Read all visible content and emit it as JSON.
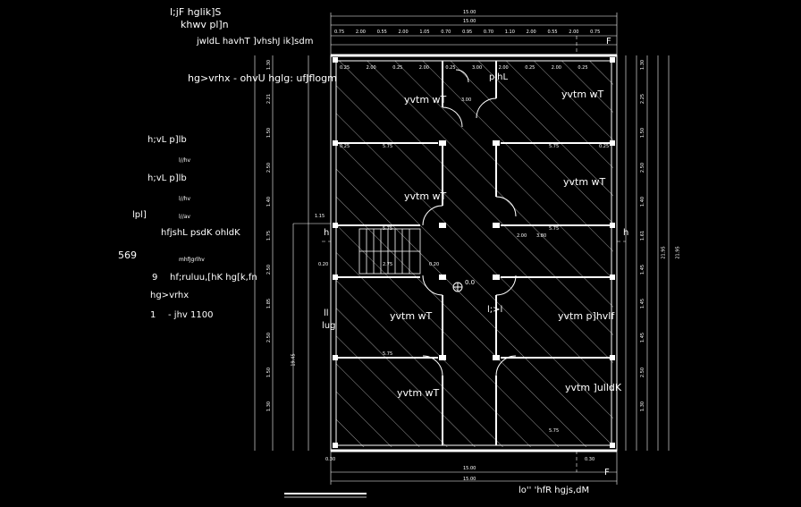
{
  "legend": {
    "title_line1": "l;jF hglik]S",
    "title_line2": "khwv pl]n",
    "subtitle": "jwldL havhT ]vhshJ ik]sdm",
    "key_line": "hg>vrhx  -  ohvU hglg:  ufJflogm",
    "item1": "h;vL p]lb",
    "item1_sub": "l//hv",
    "item2": "h;vL p]lb",
    "item2_sub": "l//hv",
    "item3": "lpl]",
    "item3_sub": "l//av",
    "item4": "hfjshL psdK ohldK",
    "item4_sub": "mhfJgrlhv",
    "number_569": "569",
    "number_9": "9",
    "item5": "hf;ruluu,[hK hg[k,fn",
    "item6": "hg>vrhx",
    "scale_left": "1",
    "scale_right": "-  jhv 1100"
  },
  "rooms": [
    {
      "label": "yvtm wT",
      "id": "top-left"
    },
    {
      "label": "yvtm wT",
      "id": "top-right"
    },
    {
      "label": "yvtm wT",
      "id": "mid-left"
    },
    {
      "label": "yvtm wT",
      "id": "mid-right"
    },
    {
      "label": "yvtm wT",
      "id": "lower-left"
    },
    {
      "label": "yvtm p]hvlf",
      "id": "lower-right"
    },
    {
      "label": "yvtm wT",
      "id": "bottom-left"
    },
    {
      "label": "yvtm ]ulldK",
      "id": "bottom-right"
    }
  ],
  "plan_labels": {
    "top_center": "plhL",
    "section_f_top": "F",
    "section_f_bottom": "F",
    "section_h_left": "h",
    "section_h_right": "h",
    "level": "0.0",
    "stair_left_1": "ll",
    "stair_left_2": "lug",
    "lobby": "l;>l",
    "bottom_caption": "lo''  'hfR hgjs,dM"
  },
  "dimensions": {
    "top_total": "15.00",
    "top_total_2": "15.00",
    "top_segments": [
      "0.75",
      "2.00",
      "0.55",
      "2.00",
      "1.05",
      "0.70",
      "0.95",
      "0.70",
      "1.10",
      "2.00",
      "0.55",
      "2.00",
      "0.75"
    ],
    "top_interior": [
      "0.25",
      "2.00",
      "0.25",
      "2.00",
      "0.25",
      "3.00",
      "2.00",
      "0.25",
      "2.00",
      "0.25"
    ],
    "bottom_total": "15.00",
    "bottom_total_2": "15.00",
    "right_total": "21.95",
    "right_total_2": "21.95",
    "left_total": "19.45",
    "right_segments": [
      "1.30",
      "2.25",
      "1.50",
      "2.50",
      "1.40",
      "1.61",
      "1.45",
      "1.45",
      "1.45",
      "2.50",
      "1.30"
    ],
    "left_segments": [
      "1.30",
      "2.21",
      "1.50",
      "2.50",
      "1.40",
      "1.75",
      "2.50",
      "1.85",
      "2.50",
      "1.50",
      "1.30"
    ],
    "room_widths": [
      "5.75",
      "5.75",
      "5.75",
      "5.75",
      "5.75",
      "5.75"
    ],
    "misc": [
      "0.25",
      "3.00",
      "2.00",
      "1.15",
      "0.20",
      "2.75",
      "0.20",
      "0.25",
      "3.80",
      "0.30",
      "0.30"
    ]
  }
}
